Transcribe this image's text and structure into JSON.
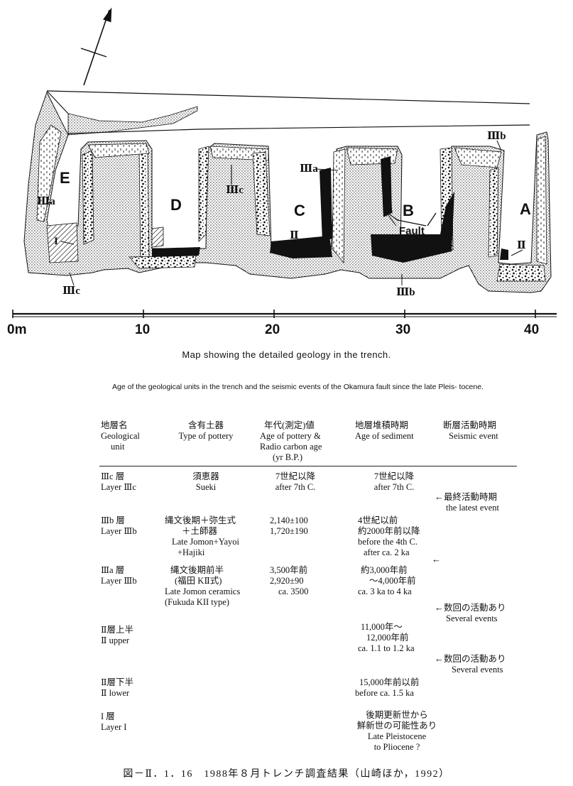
{
  "map": {
    "trench_labels": [
      "E",
      "D",
      "C",
      "B",
      "A"
    ],
    "unit_labels": {
      "IIIa_left": "Ⅲa",
      "I": "I",
      "IIIc_bottom": "Ⅲc",
      "IIIc_mid": "Ⅲc",
      "IIIa_top": "Ⅲa",
      "II_c": "Ⅱ",
      "fault": "Fault",
      "IIIb_bottom": "Ⅲb",
      "IIIb_top": "Ⅲb",
      "II_a": "Ⅱ"
    },
    "scale": {
      "ticks": [
        "0m",
        "10",
        "20",
        "30",
        "40"
      ]
    },
    "caption": "Map showing the detailed geology in the trench."
  },
  "table": {
    "title": "Age of the geological units in the trench and the seismic events of the Okamura fault since the late Pleis- tocene.",
    "headers": {
      "unit": [
        "地層名",
        "Geological",
        "unit"
      ],
      "pottery": [
        "含有土器",
        "Type of pottery"
      ],
      "age": [
        "年代(測定)値",
        "Age of pottery  &",
        "Radio carbon age",
        "(yr B.P.)"
      ],
      "sediment": [
        "地層堆積時期",
        "Age of sediment"
      ],
      "seismic": [
        "断層活動時期",
        "Seismic event"
      ]
    },
    "rows": [
      {
        "unit": [
          "Ⅲc 層",
          "Layer Ⅲc"
        ],
        "pottery": [
          "須恵器",
          "Sueki"
        ],
        "age": [
          "7世紀以降",
          "after 7th C."
        ],
        "sediment": [
          "7世紀以降",
          "after 7th C."
        ]
      },
      {
        "unit": [
          "Ⅲb 層",
          "Layer Ⅲb"
        ],
        "pottery": [
          "縄文後期＋弥生式",
          "＋土師器",
          "Late Jomon+Yayoi",
          "+Hajiki"
        ],
        "age": [
          "2,140±100",
          "1,720±190"
        ],
        "sediment": [
          "4世紀以前",
          "約2000年前以降",
          "before the 4th C.",
          "after ca. 2 ka"
        ]
      },
      {
        "unit": [
          "Ⅲa 層",
          "Layer Ⅲb"
        ],
        "pottery": [
          "縄文後期前半",
          "(福田 KⅡ式)",
          "Late Jomon ceramics",
          "(Fukuda KII type)"
        ],
        "age": [
          "3,500年前",
          "2,920±90",
          "ca. 3500"
        ],
        "sediment": [
          "約3,000年前",
          "～4,000年前",
          "ca. 3 ka to 4 ka"
        ]
      },
      {
        "unit": [
          "Ⅱ層上半",
          "Ⅱ upper"
        ],
        "sediment": [
          "11,000年～",
          "12,000年前",
          "ca. 1.1 to 1.2 ka"
        ]
      },
      {
        "unit": [
          "Ⅱ層下半",
          "Ⅱ lower"
        ],
        "sediment": [
          "15,000年前以前",
          "before  ca. 1.5 ka"
        ]
      },
      {
        "unit": [
          "I 層",
          "Layer I"
        ],
        "sediment": [
          "後期更新世から",
          "鮮新世の可能性あり",
          "Late Pleistocene",
          "to Pliocene ?"
        ]
      }
    ],
    "events": [
      {
        "arrow": "←",
        "lines": [
          "最終活動時期",
          "the latest event"
        ]
      },
      {
        "arrow": "←",
        "lines": []
      },
      {
        "arrow": "←",
        "lines": [
          "数回の活動あり",
          "Several events"
        ]
      },
      {
        "arrow": "←",
        "lines": [
          "数回の活動あり",
          "Several events"
        ]
      }
    ]
  },
  "figure_caption": "図－Ⅱ．1．16　1988年８月トレンチ調査結果（山崎ほか，1992）"
}
